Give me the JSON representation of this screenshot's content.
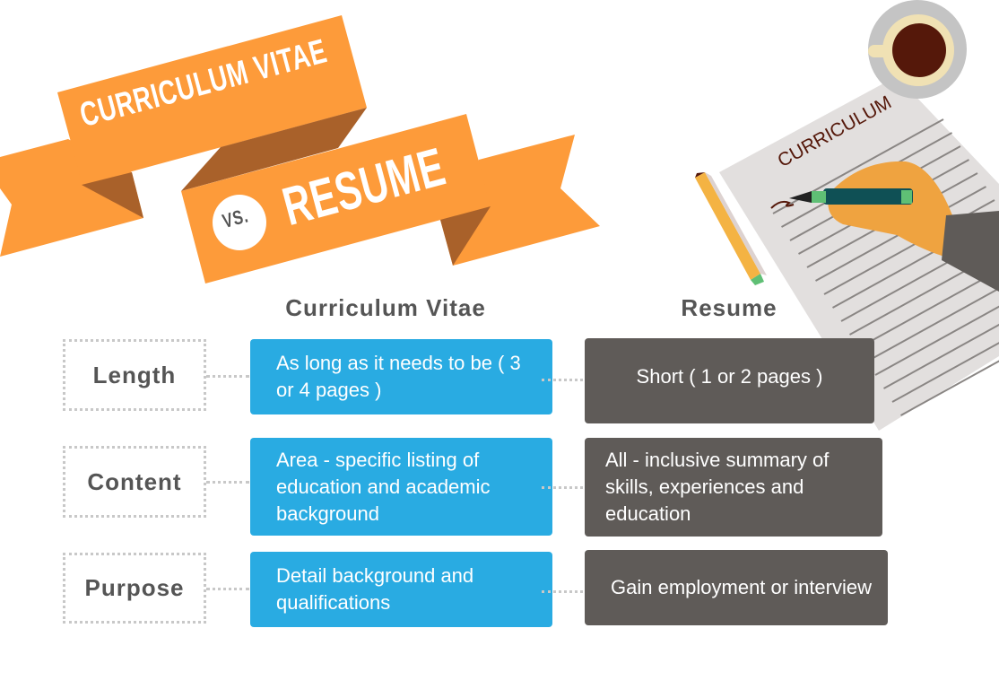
{
  "banner": {
    "title1": "CURRICULUM VITAE",
    "vs": "VS.",
    "title2": "RESUME"
  },
  "illustration": {
    "paper_heading": "CURRICULUM"
  },
  "columns": {
    "cv": "Curriculum Vitae",
    "resume": "Resume"
  },
  "rows": [
    {
      "label": "Length",
      "cv": "As long as it needs to be ( 3 or 4 pages )",
      "resume": "Short ( 1 or 2 pages )"
    },
    {
      "label": "Content",
      "cv": "Area - specific listing of education and academic background",
      "resume": "All - inclusive summary of skills, experiences and education"
    },
    {
      "label": "Purpose",
      "cv": "Detail background and qualifications",
      "resume": "Gain employment or interview"
    }
  ],
  "colors": {
    "orange": "#fd9b3a",
    "orange_dark": "#a9612a",
    "blue": "#29abe2",
    "dark": "#5f5b58"
  }
}
